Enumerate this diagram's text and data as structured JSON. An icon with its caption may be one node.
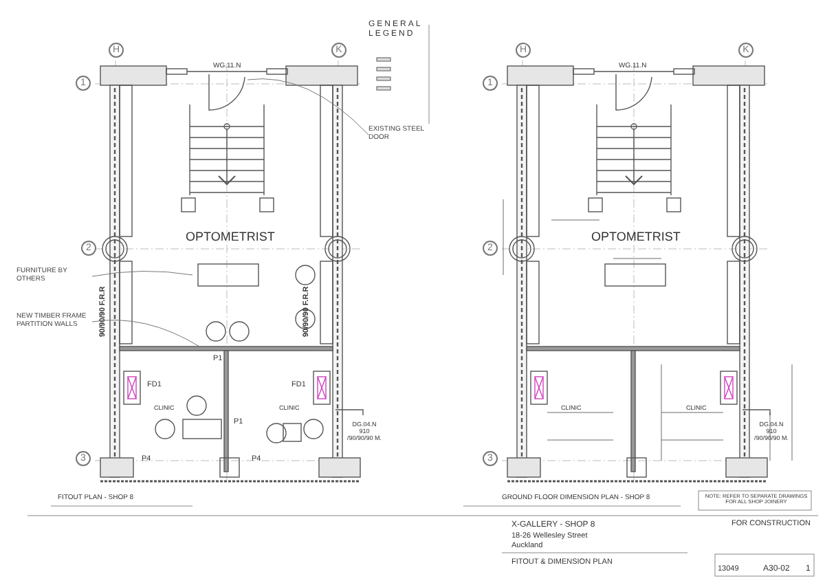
{
  "diagram": {
    "nodes": [
      {
        "text": [
          "EXISTING STEEL DOOR"
        ]
      },
      {
        "text": [
          "FURNITURE BY OTHERS"
        ]
      },
      {
        "text": [
          "NEW TIMBER FRAME PARTITION WALLS"
        ]
      }
    ],
    "edges": [
      {
        "from": 0,
        "to": null,
        "arrow": "none"
      },
      {
        "from": 1,
        "to": null,
        "arrow": "none"
      },
      {
        "from": 2,
        "to": null,
        "arrow": "none"
      }
    ],
    "labels": [
      "GENERAL LEGEND",
      "H",
      "K",
      "H",
      "K",
      "WG.11.N",
      "WG.11.N",
      "1",
      "1",
      "OPTOMETRIST",
      "OPTOMETRIST",
      "2",
      "2",
      "90/90/90 F.R.R",
      "90/90/90 F.R.R",
      "FD1",
      "FD1",
      "P1",
      "P1",
      "CLINIC",
      "CLINIC",
      "CLINIC",
      "CLINIC",
      "DG.04.N 910 /90/90/90 M.",
      "DG.04.N 910 /90/90/90 M.",
      "P4",
      "P4",
      "3",
      "3",
      "FITOUT PLAN - SHOP 8",
      "GROUND FLOOR DIMENSION PLAN - SHOP 8",
      "NOTE: REFER TO SEPARATE DRAWINGS FOR ALL SHOP JOINERY",
      "X-GALLERY - SHOP 8",
      "18-26 Wellesley Street",
      "Auckland",
      "FITOUT & DIMENSION PLAN",
      "FOR CONSTRUCTION",
      "13049",
      "A30-02",
      "1"
    ]
  }
}
